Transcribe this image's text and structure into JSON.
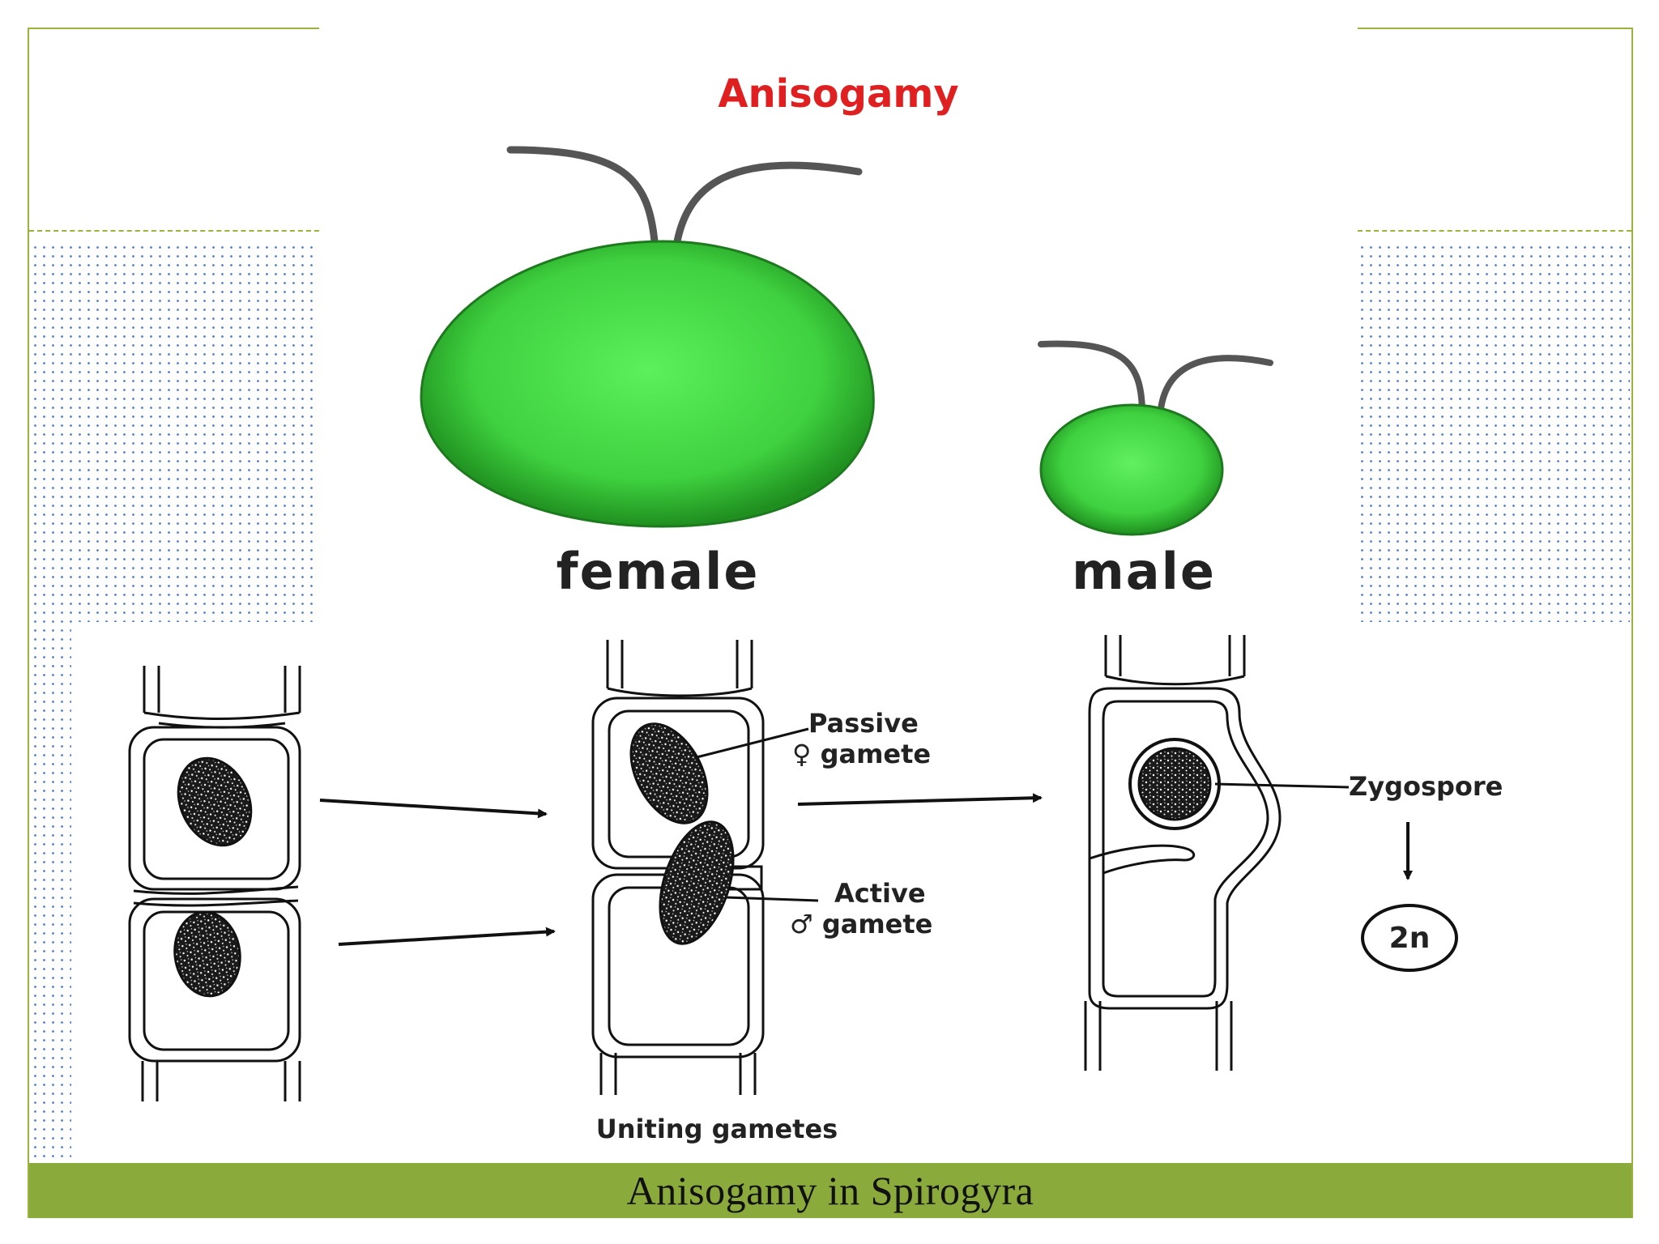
{
  "slide": {
    "caption": "Anisogamy in Spirogyra",
    "accent_color": "#8aaa3c"
  },
  "figure": {
    "title": "Anisogamy",
    "title_color": "#e02020",
    "female_label": "female",
    "male_label": "male",
    "gamete_color": "#3fd13f",
    "passive_label_line1": "Passive",
    "passive_label_line2": "♀ gamete",
    "active_label_line1": "Active",
    "active_label_line2": "♂ gamete",
    "zygospore_label": "Zygospore",
    "ploidy_label": "2n",
    "uniting_label": "Uniting gametes"
  }
}
